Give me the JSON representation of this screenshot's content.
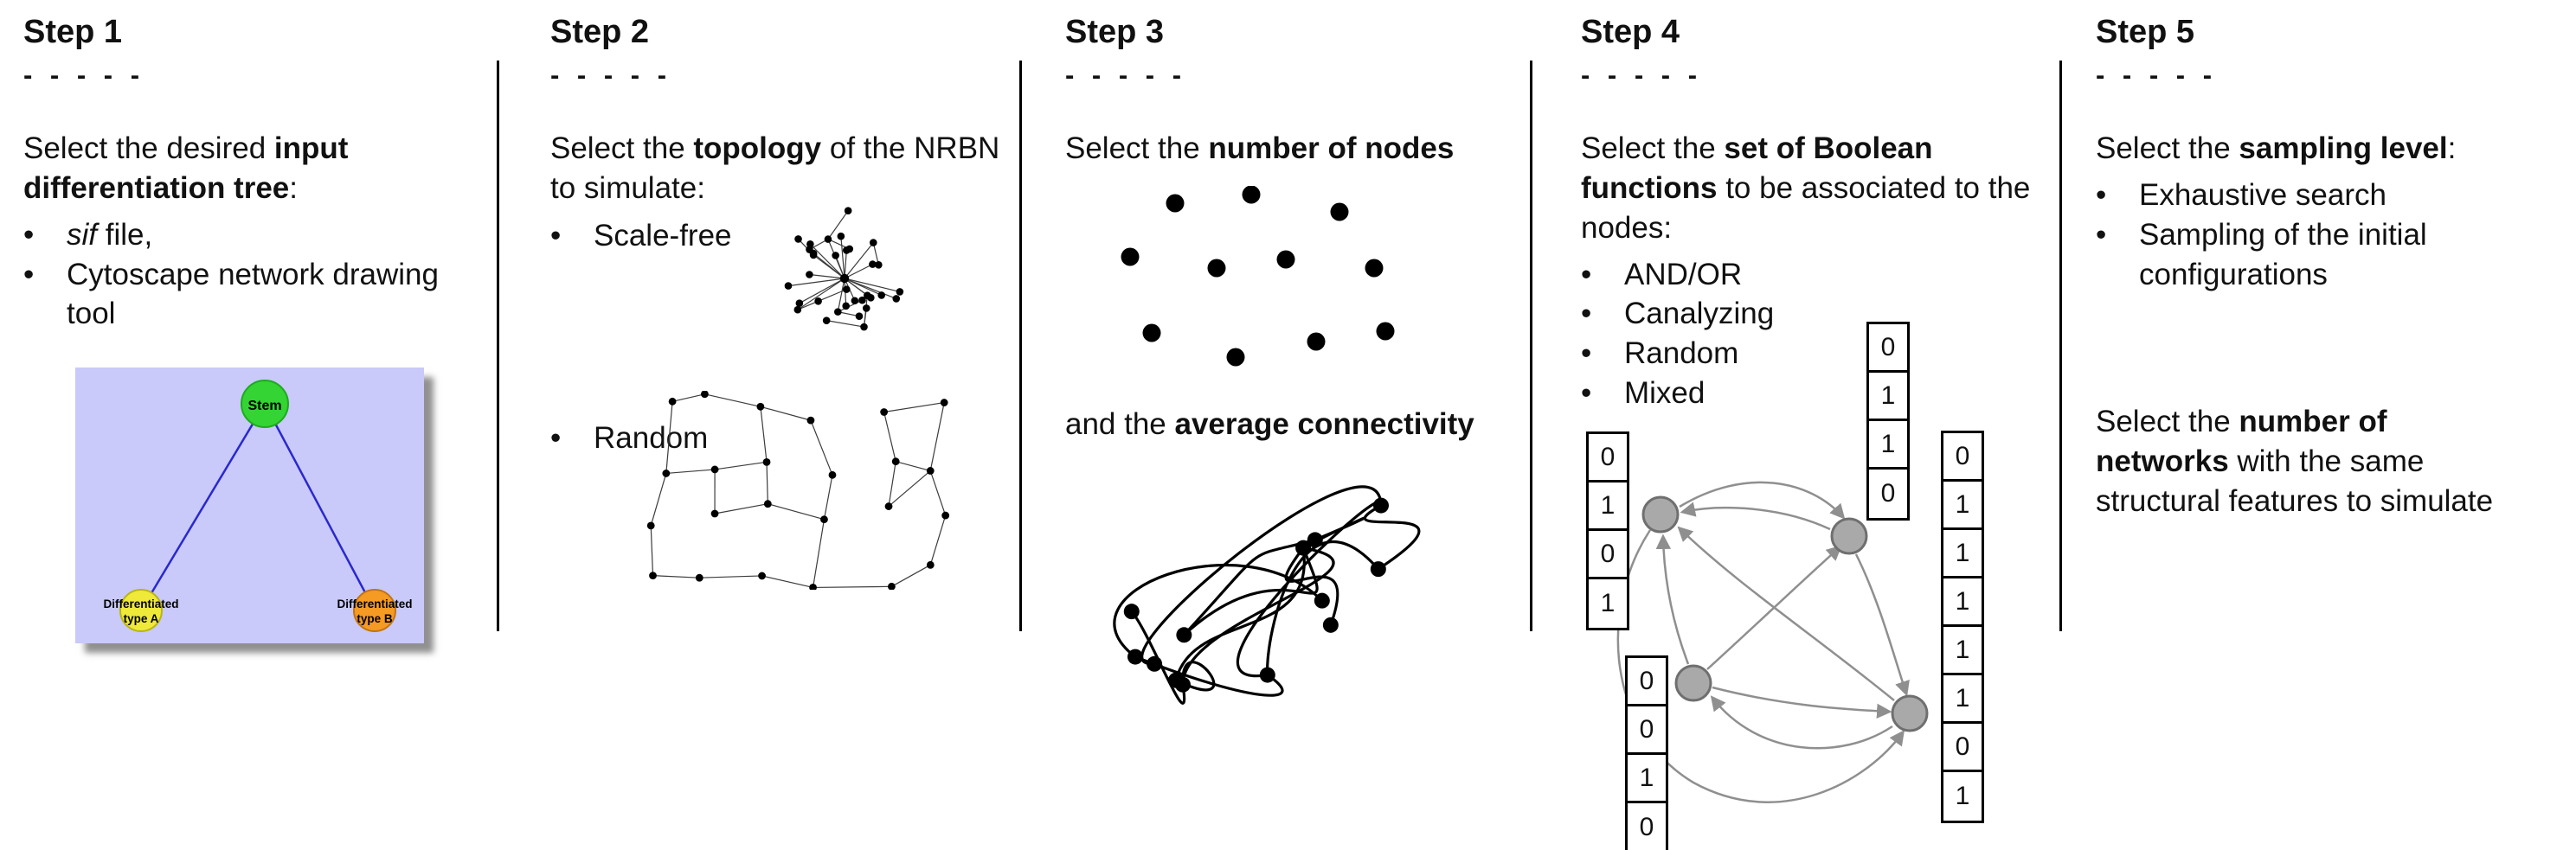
{
  "step1": {
    "title": "Step 1",
    "dashes": "- - - - -",
    "intro": {
      "pre": "Select the desired ",
      "bold": "input differentiation tree",
      "post": ":"
    },
    "bullets": {
      "sif_italic": "sif",
      "sif_rest": " file,",
      "cytoscape": "Cytoscape network drawing tool"
    },
    "tree": {
      "root_label": "Stem",
      "node_a_line1": "Differentiated",
      "node_a_line2": "type A",
      "node_b_line1": "Differentiated",
      "node_b_line2": "type B"
    }
  },
  "step2": {
    "title": "Step 2",
    "dashes": "- - - - -",
    "intro": {
      "pre": "Select the ",
      "bold": "topology",
      "post": " of the NRBN to simulate:"
    },
    "bullets": {
      "scale_free": "Scale-free",
      "random": "Random"
    }
  },
  "step3": {
    "title": "Step 3",
    "dashes": "- - - - -",
    "intro": {
      "pre": "Select the ",
      "bold": "number of nodes"
    },
    "connectivity": {
      "pre": "and the ",
      "bold": "average connectivity"
    }
  },
  "step4": {
    "title": "Step 4",
    "dashes": "- - - - -",
    "intro": {
      "pre": "Select the ",
      "bold": "set of Boolean functions",
      "post": " to be associated to the nodes:"
    },
    "bullets": [
      "AND/OR",
      "Canalyzing",
      "Random",
      "Mixed"
    ],
    "truth_tables": {
      "left": [
        "0",
        "1",
        "0",
        "1"
      ],
      "top": [
        "0",
        "1",
        "1",
        "0"
      ],
      "bottom_left": [
        "0",
        "0",
        "1",
        "0"
      ],
      "right": [
        "0",
        "1",
        "1",
        "1",
        "1",
        "1",
        "0",
        "1"
      ]
    }
  },
  "step5": {
    "title": "Step 5",
    "dashes": "- - - - -",
    "intro": {
      "pre": "Select the ",
      "bold": "sampling level",
      "post": ":"
    },
    "bullets": {
      "exhaustive": "Exhaustive search",
      "sampling": "Sampling of the initial configurations"
    },
    "networks": {
      "pre": "Select the ",
      "bold_a": "number of",
      "bold_b": "networks",
      "mid": " with the same",
      "last": "structural features to simulate"
    }
  },
  "colors": {
    "text": "#111111",
    "tree_background": "#c9c9fa",
    "tree_edge": "#2929cc",
    "stem_node": "#33d433",
    "stem_node_border": "#1faa1f",
    "type_a_node": "#efe93a",
    "type_a_node_border": "#b9b513",
    "type_b_node": "#f59a23",
    "type_b_node_border": "#c27413",
    "boolean_node": "#a9a9a9",
    "boolean_node_border": "#6f6f6f",
    "arrow": "#8f8f8f",
    "graphic_ink": "#000000"
  }
}
